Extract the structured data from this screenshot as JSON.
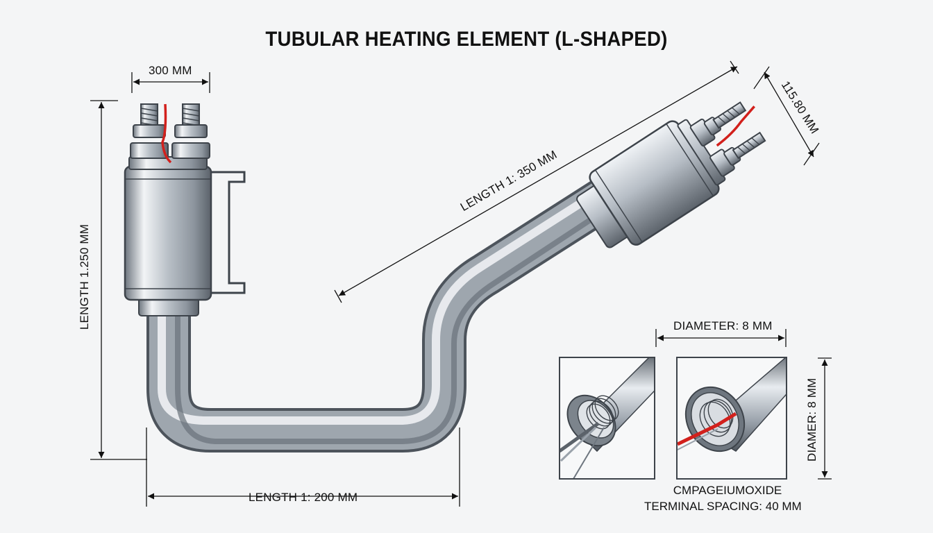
{
  "title": "TUBULAR HEATING ELEMENT (L-SHAPED)",
  "dimensions": {
    "top_width": "300 MM",
    "left_length": "LENGTH 1.250 MM",
    "diagonal_length": "LENGTH 1: 350 MM",
    "terminal_offset": "115.80 MM",
    "bottom_length": "LENGTH 1: 200 MM",
    "inset_diameter_top": "DIAMETER: 8 MM",
    "inset_diameter_side": "DIAMER: 8 MM"
  },
  "inset": {
    "caption_line1": "CMPAGEIUMOXIDE",
    "caption_line2": "TERMINAL SPACING: 40 MM"
  },
  "colors": {
    "wire": "#d2201c",
    "steel_dark": "#5f6770",
    "steel_light": "#eef1f4"
  }
}
